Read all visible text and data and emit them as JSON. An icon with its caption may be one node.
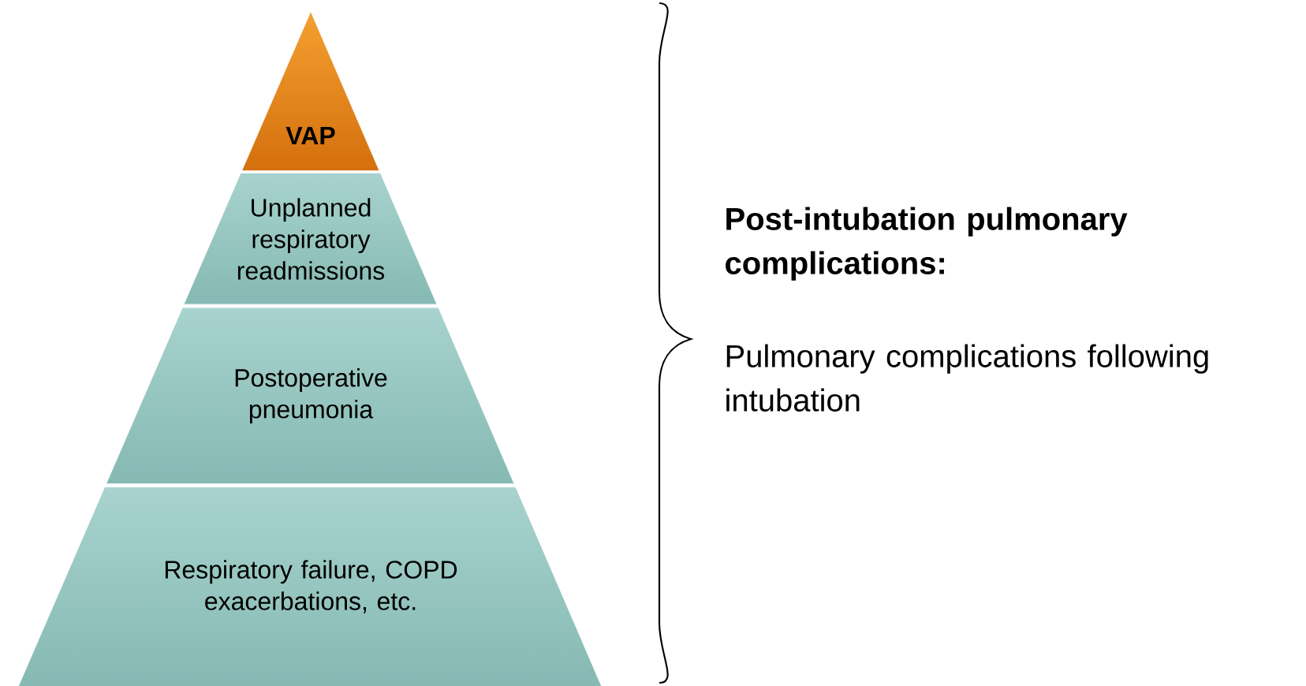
{
  "diagram": {
    "nodes": [
      {
        "text": [
          "VAP"
        ]
      },
      {
        "text": [
          "Unplanned respiratory readmissions"
        ]
      },
      {
        "text": [
          "Postoperative pneumonia"
        ]
      },
      {
        "text": [
          "Respiratory failure, COPD exacerbations, etc."
        ]
      }
    ],
    "labels": [
      "**Post-intubation pulmonary complications:**",
      "Pulmonary complications following intubation"
    ]
  }
}
